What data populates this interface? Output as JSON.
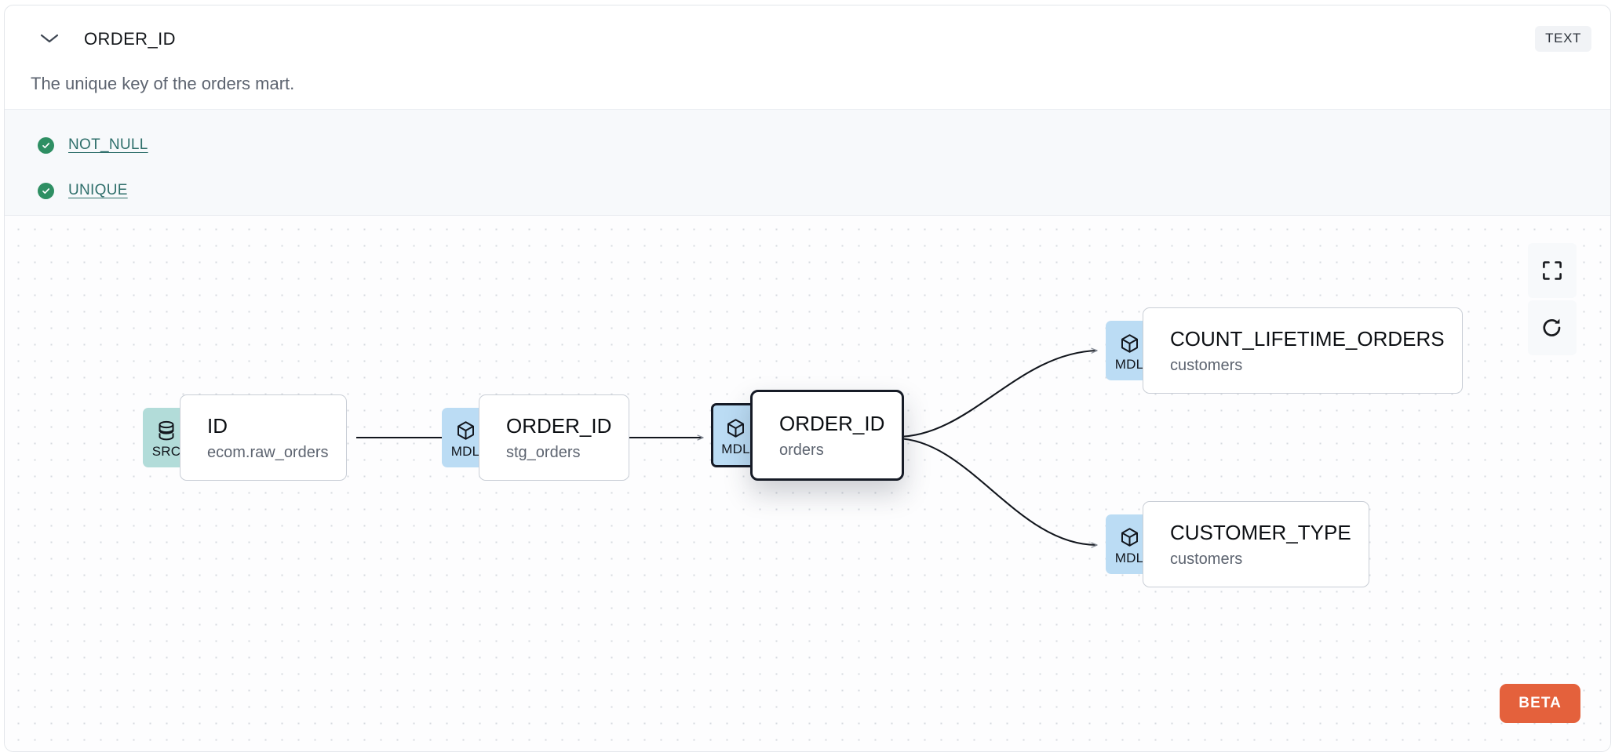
{
  "header": {
    "collapse_icon": "chevron-down-icon",
    "title": "ORDER_ID",
    "type_badge": "TEXT"
  },
  "description": "The unique key of the orders mart.",
  "tests": {
    "items": [
      {
        "icon": "check-circle-icon",
        "label": "NOT_NULL",
        "status": "pass"
      },
      {
        "icon": "check-circle-icon",
        "label": "UNIQUE",
        "status": "pass"
      }
    ],
    "pass_color": "#2e8f63",
    "link_color": "#2f6f6b"
  },
  "lineage": {
    "nodes": [
      {
        "id": "src-id",
        "badge": "SRC",
        "badge_icon": "database-icon",
        "badge_color": "#b2dcd9",
        "name": "ID",
        "subtitle": "ecom.raw_orders",
        "selected": false
      },
      {
        "id": "mdl-stg-order-id",
        "badge": "MDL",
        "badge_icon": "cube-icon",
        "badge_color": "#bbdcf4",
        "name": "ORDER_ID",
        "subtitle": "stg_orders",
        "selected": false
      },
      {
        "id": "mdl-orders-order-id",
        "badge": "MDL",
        "badge_icon": "cube-icon",
        "badge_color": "#bbdcf4",
        "name": "ORDER_ID",
        "subtitle": "orders",
        "selected": true
      },
      {
        "id": "mdl-count-lifetime-orders",
        "badge": "MDL",
        "badge_icon": "cube-icon",
        "badge_color": "#bbdcf4",
        "name": "COUNT_LIFETIME_ORDERS",
        "subtitle": "customers",
        "selected": false
      },
      {
        "id": "mdl-customer-type",
        "badge": "MDL",
        "badge_icon": "cube-icon",
        "badge_color": "#bbdcf4",
        "name": "CUSTOMER_TYPE",
        "subtitle": "customers",
        "selected": false
      }
    ],
    "edges": [
      {
        "from": "src-id",
        "to": "mdl-stg-order-id"
      },
      {
        "from": "mdl-stg-order-id",
        "to": "mdl-orders-order-id"
      },
      {
        "from": "mdl-orders-order-id",
        "to": "mdl-count-lifetime-orders"
      },
      {
        "from": "mdl-orders-order-id",
        "to": "mdl-customer-type"
      }
    ]
  },
  "controls": [
    {
      "name": "fit-view-button",
      "icon": "fullscreen-icon"
    },
    {
      "name": "reset-button",
      "icon": "refresh-icon"
    }
  ],
  "beta_badge": {
    "label": "BETA",
    "color": "#e4613c"
  }
}
